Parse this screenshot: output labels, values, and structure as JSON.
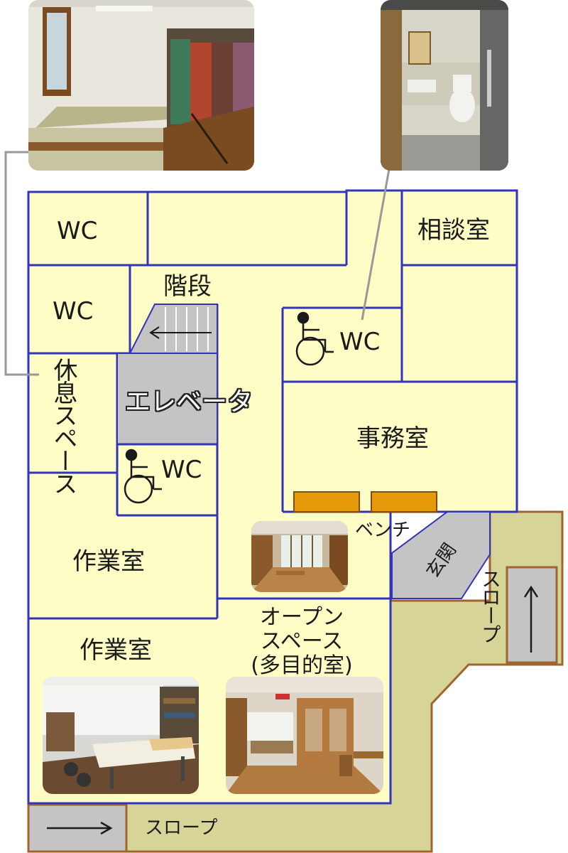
{
  "rooms": {
    "wc_top": "WC",
    "wc_second": "WC",
    "consultation": "相談室",
    "stairs": "階段",
    "accessible_wc_right": "WC",
    "rest_space": "休息スペース",
    "elevator": "エレベータ",
    "office": "事務室",
    "accessible_wc_left": "WC",
    "bench": "ベンチ",
    "entrance": "玄関",
    "workroom_1": "作業室",
    "workroom_2": "作業室",
    "open_space_line1": "オープン",
    "open_space_line2": "スペース",
    "open_space_line3": "(多目的室)",
    "slope_right": "スロープ",
    "slope_bottom": "スロープ"
  },
  "colors": {
    "floor": "#fffdc6",
    "wall": "#3333bb",
    "outside_path": "#d6d497",
    "path_border": "#a0642d",
    "elevator": "#c4c4c4",
    "bench": "#e59a0a",
    "connector": "#999999"
  },
  "icons": [
    "wheelchair-icon",
    "arrow-left-icon",
    "arrow-up-icon",
    "arrow-right-icon"
  ],
  "photos": [
    "tatami-room-photo",
    "accessible-toilet-photo",
    "entrance-bench-photo",
    "workroom-photo",
    "open-space-photo"
  ]
}
